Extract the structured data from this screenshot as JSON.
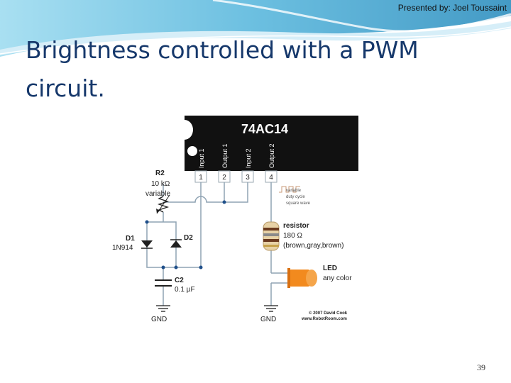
{
  "header": {
    "presenter": "Presented by: Joel Toussaint",
    "accent_color": "#5bb8dd"
  },
  "slide": {
    "title": "Brightness controlled with a PWM circuit.",
    "page_number": "39"
  },
  "schematic": {
    "chip_name": "74AC14",
    "pins": [
      {
        "number": "1",
        "label": "Input 1"
      },
      {
        "number": "2",
        "label": "Output 1"
      },
      {
        "number": "3",
        "label": "Input 2"
      },
      {
        "number": "4",
        "label": "Output 2"
      }
    ],
    "r2": {
      "name": "R2",
      "value": "10 kΩ",
      "note": "variable"
    },
    "d1": {
      "name": "D1",
      "part": "1N914"
    },
    "d2": {
      "name": "D2"
    },
    "c2": {
      "name": "C2",
      "value": "0.1 µF"
    },
    "wave_note": [
      "variable",
      "duty cycle",
      "square wave"
    ],
    "resistor": {
      "name": "resistor",
      "value": "180 Ω",
      "colors": "(brown,gray,brown)"
    },
    "led": {
      "name": "LED",
      "note": "any color"
    },
    "gnd_left": "GND",
    "gnd_right": "GND",
    "copyright": [
      "© 2007 David Cook",
      "www.RobotRoom.com"
    ]
  }
}
